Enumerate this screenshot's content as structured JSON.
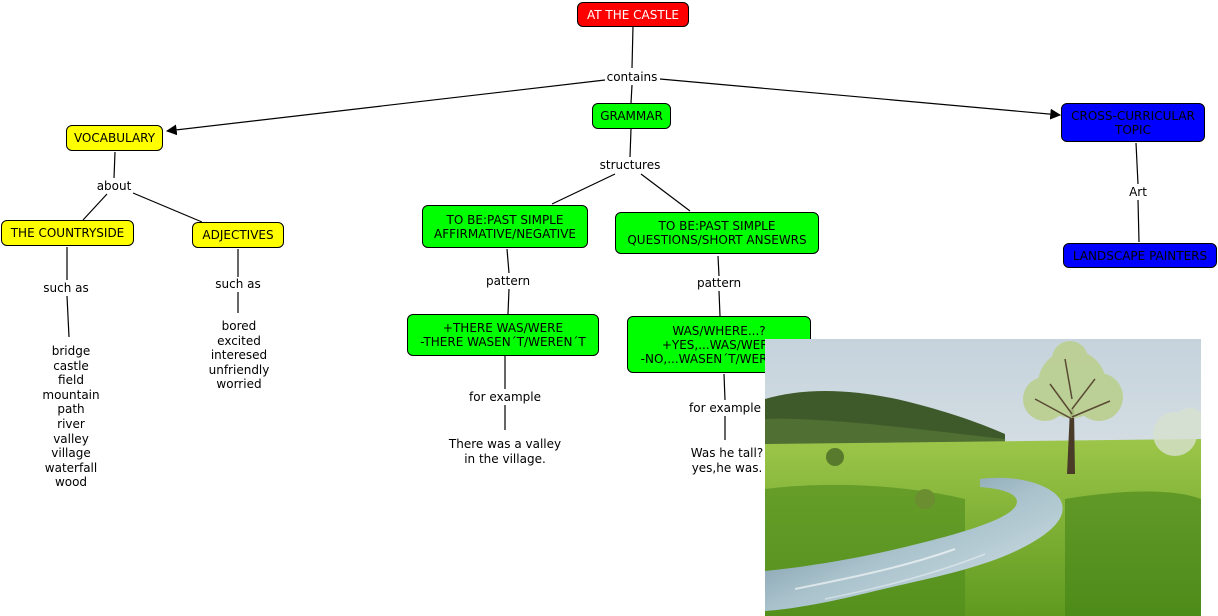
{
  "colors": {
    "root": "#ff0000",
    "vocabulary": "#ffff00",
    "grammar": "#00ff00",
    "topic": "#0000ff"
  },
  "nodes": {
    "root": "AT THE CASTLE",
    "vocabulary": "VOCABULARY",
    "grammar": "GRAMMAR",
    "cross_topic": "CROSS-CURRICULAR\nTOPIC",
    "countryside": "THE COUNTRYSIDE",
    "adjectives": "ADJECTIVES",
    "past_affirmative": "TO BE:PAST SIMPLE\nAFFIRMATIVE/NEGATIVE",
    "past_questions": "TO BE:PAST SIMPLE\nQUESTIONS/SHORT ANSEWRS",
    "there_was": "+THERE WAS/WERE\n-THERE WASEN´T/WEREN´T",
    "was_where": "WAS/WHERE...?\n+YES,...WAS/WERE\n-NO,...WASEN´T/WEREN´T",
    "landscape_painters": "LANDSCAPE PAINTERS"
  },
  "links": {
    "contains": "contains",
    "about": "about",
    "structures": "structures",
    "art": "Art",
    "such_as_1": "such as",
    "such_as_2": "such as",
    "pattern_1": "pattern",
    "pattern_2": "pattern",
    "for_example_1": "for example",
    "for_example_2": "for example"
  },
  "leaves": {
    "countryside_words": "bridge\ncastle\nfield\nmountain\npath\nriver\nvalley\nvillage\nwaterfall\nwood",
    "adjective_words": "bored\nexcited\ninteresed\nunfriendly\nworried",
    "example_1": "There was a valley\nin the village.",
    "example_2": "Was he tall?\nyes,he was."
  },
  "photo": {
    "description_icon": "landscape-photo-river-meadow-tree"
  }
}
